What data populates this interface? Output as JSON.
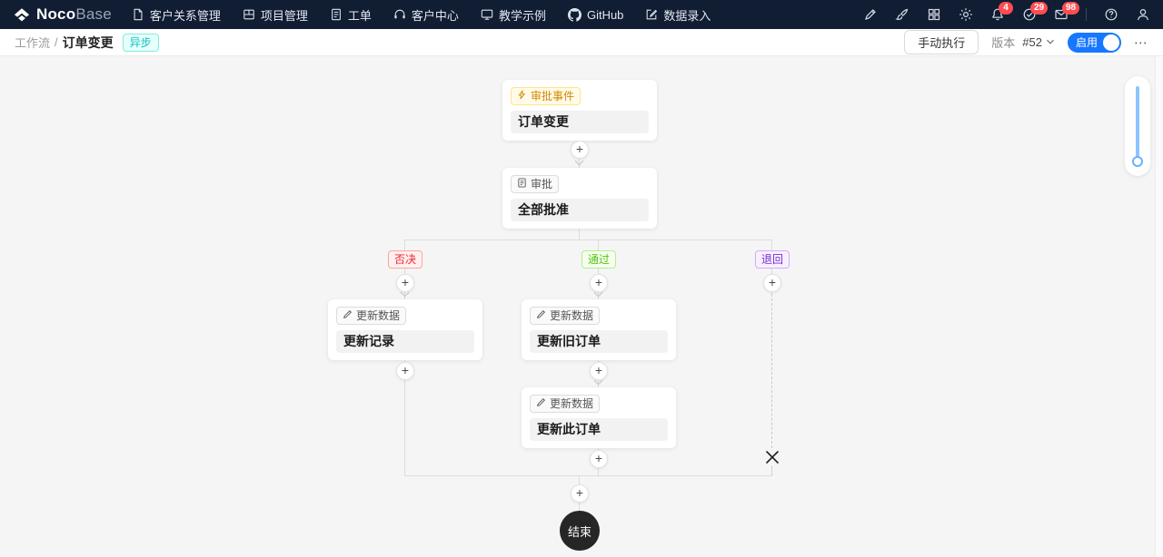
{
  "colors": {
    "navbar_bg": "#101d33",
    "accent": "#1677ff",
    "badge_red": "#ff4d4f",
    "branch_reject": "#f5222d",
    "branch_approve": "#52c41a",
    "branch_return": "#722ed1",
    "trigger_tag_gold": "#d48806"
  },
  "navbar": {
    "brand_bold": "Noco",
    "brand_light": "Base",
    "menu": [
      "客户关系管理",
      "项目管理",
      "工单",
      "客户中心",
      "教学示例",
      "GitHub",
      "数据录入"
    ],
    "badges": {
      "bell": "4",
      "approvals": "29",
      "mail": "98"
    }
  },
  "toolbar": {
    "breadcrumb_root": "工作流",
    "separator": "/",
    "title": "订单变更",
    "async_badge": "异步",
    "manual_execute": "手动执行",
    "version_label": "版本",
    "version_value": "#52",
    "enabled_label": "启用",
    "more": "⋯"
  },
  "workflow": {
    "add_icon": "+",
    "trigger": {
      "tag": "审批事件",
      "title": "订单变更"
    },
    "approval": {
      "tag": "审批",
      "title": "全部批准"
    },
    "branches": {
      "reject": "否决",
      "approve": "通过",
      "return": "退回"
    },
    "update_record": {
      "tag": "更新数据",
      "title": "更新记录"
    },
    "update_old_order": {
      "tag": "更新数据",
      "title": "更新旧订单"
    },
    "update_this_order": {
      "tag": "更新数据",
      "title": "更新此订单"
    },
    "end": "结束"
  }
}
